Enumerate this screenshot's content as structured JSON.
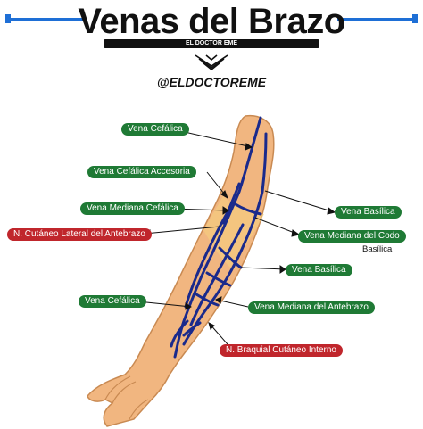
{
  "title": "Venas del Brazo",
  "brand": "EL DOCTOR EME",
  "handle": "@ELDOCTOREME",
  "colors": {
    "green_label": "#1f7a35",
    "red_label": "#c0262c",
    "vein": "#1a2a8c",
    "skin": "#f1b680",
    "accent": "#1e6fd6"
  },
  "labels": {
    "cefalica_top": "Vena Cefálica",
    "cefalica_accesoria": "Vena Cefálica Accesoria",
    "mediana_cefalica": "Vena Mediana Cefálica",
    "cutaneo_lateral": "N. Cutáneo Lateral del Antebrazo",
    "cefalica_bottom": "Vena Cefálica",
    "basilica_top": "Vena Basílica",
    "mediana_codo": "Vena Mediana del Codo",
    "mediana_codo_sub": "Basílica",
    "basilica_mid": "Vena Basílica",
    "mediana_antebrazo": "Vena Mediana del Antebrazo",
    "braquial_cutaneo": "N. Braquial Cutáneo Interno"
  }
}
